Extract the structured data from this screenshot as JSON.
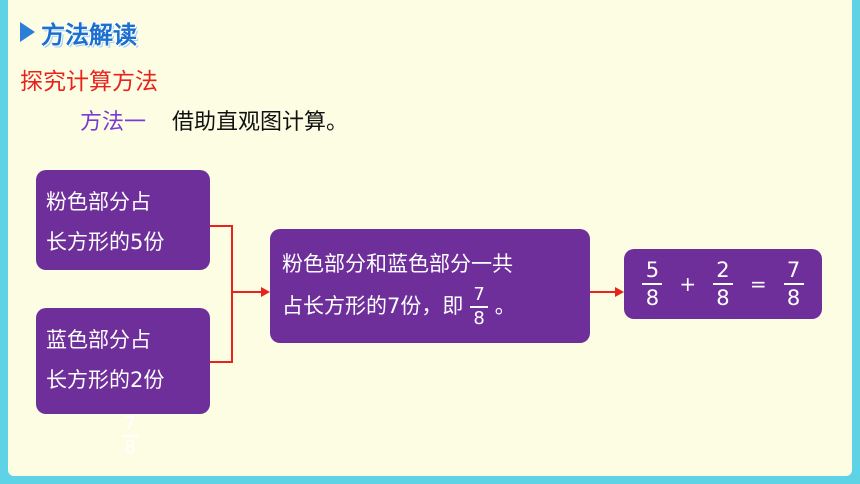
{
  "header": {
    "title": "方法解读",
    "accent": "#2b7fd6"
  },
  "section": {
    "title": "探究计算方法",
    "color": "#e8221c"
  },
  "method": {
    "label": "方法一",
    "desc": "借助直观图计算。"
  },
  "boxes": {
    "pink": {
      "line1": "粉色部分占",
      "line2": "长方形的5份"
    },
    "blue": {
      "line1": "蓝色部分占",
      "line2": "长方形的2份"
    },
    "combined": {
      "line1": "粉色部分和蓝色部分一共",
      "line2_prefix": "占长方形的7份，即",
      "frac_num": "7",
      "frac_den": "8",
      "line2_suffix": "。"
    },
    "equation": {
      "a_num": "5",
      "a_den": "8",
      "plus": "+",
      "b_num": "2",
      "b_den": "8",
      "equals": "=",
      "c_num": "7",
      "c_den": "8"
    },
    "box_color": "#6e2f9b"
  },
  "stray_fraction": {
    "num": "7",
    "den": "8"
  },
  "arrow_color": "#e8221c"
}
